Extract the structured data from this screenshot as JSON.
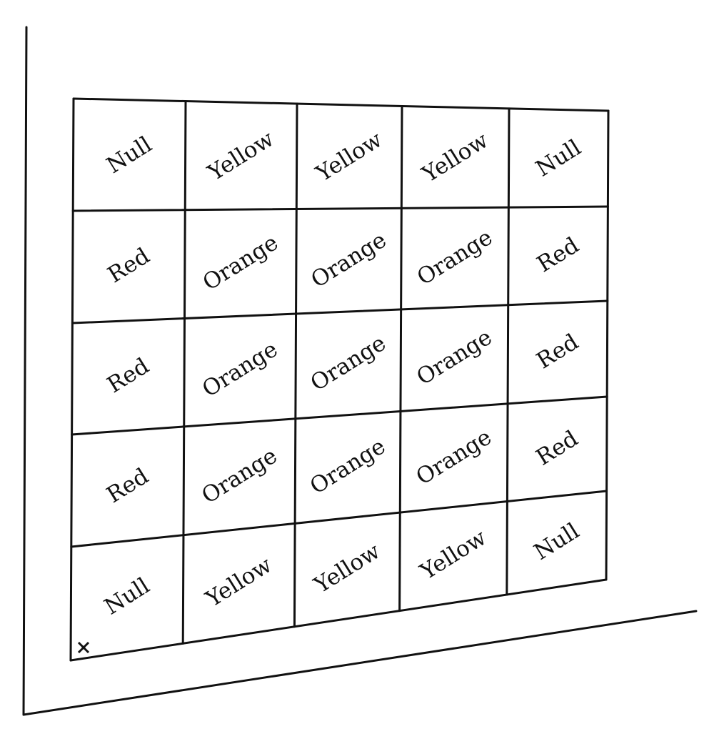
{
  "grid": {
    "rows": [
      [
        "Null",
        "Yellow",
        "Yellow",
        "Yellow",
        "Null"
      ],
      [
        "Red",
        "Orange",
        "Orange",
        "Orange",
        "Red"
      ],
      [
        "Red",
        "Orange",
        "Orange",
        "Orange",
        "Red"
      ],
      [
        "Red",
        "Orange",
        "Orange",
        "Orange",
        "Red"
      ],
      [
        "Null",
        "Yellow",
        "Yellow",
        "Yellow",
        "Null"
      ]
    ]
  },
  "colors": {
    "ink": "#111111",
    "background": "#ffffff"
  },
  "corner_marker": "x"
}
